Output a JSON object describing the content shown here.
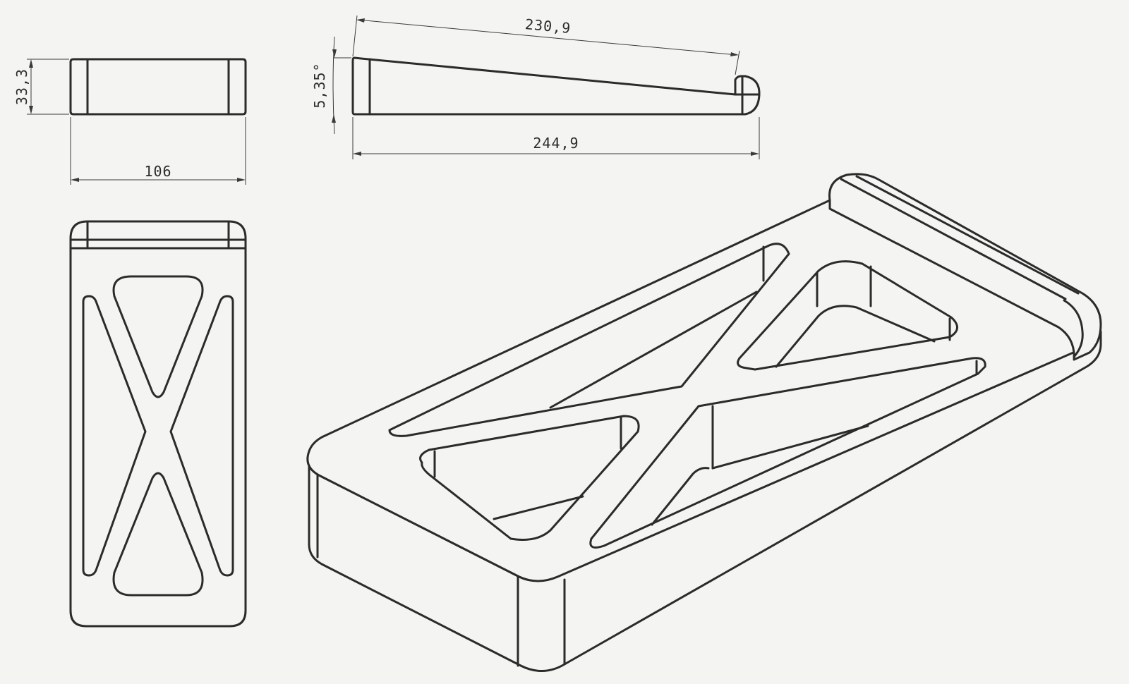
{
  "drawing": {
    "dimensions": {
      "height": "33,3",
      "width": "106",
      "top_length": "230,9",
      "angle": "5,35°",
      "base_length": "244,9"
    }
  }
}
